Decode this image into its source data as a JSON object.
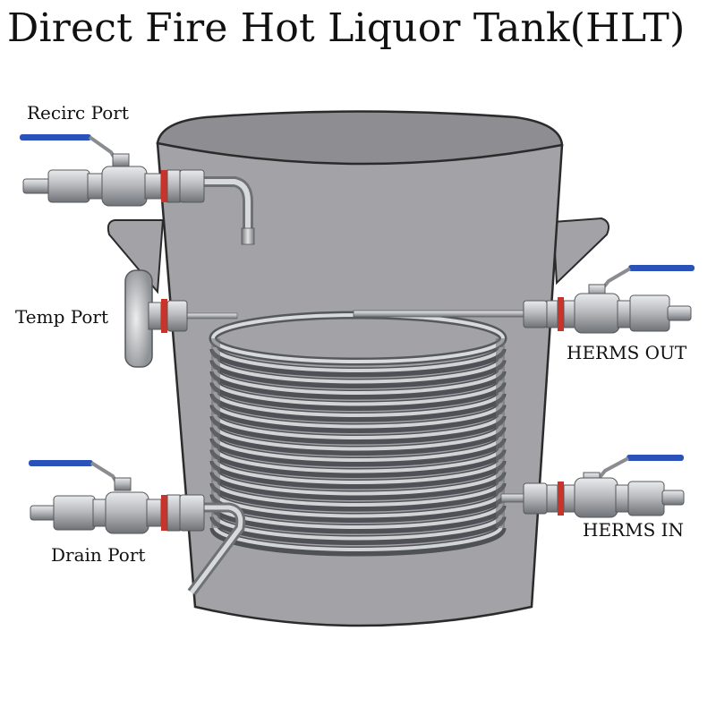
{
  "title": "Direct Fire Hot Liquor Tank(HLT)",
  "labels": {
    "recirc_port": "Recirc Port",
    "temp_port": "Temp Port",
    "drain_port": "Drain Port",
    "herms_out": "HERMS OUT",
    "herms_in": "HERMS IN"
  },
  "colors": {
    "tank_body": "#a3a3a7",
    "tank_outline": "#2b2b2b",
    "handle_blue": "#2a52b8",
    "gasket_red": "#c9332a",
    "steel": "#b4b6b9"
  }
}
